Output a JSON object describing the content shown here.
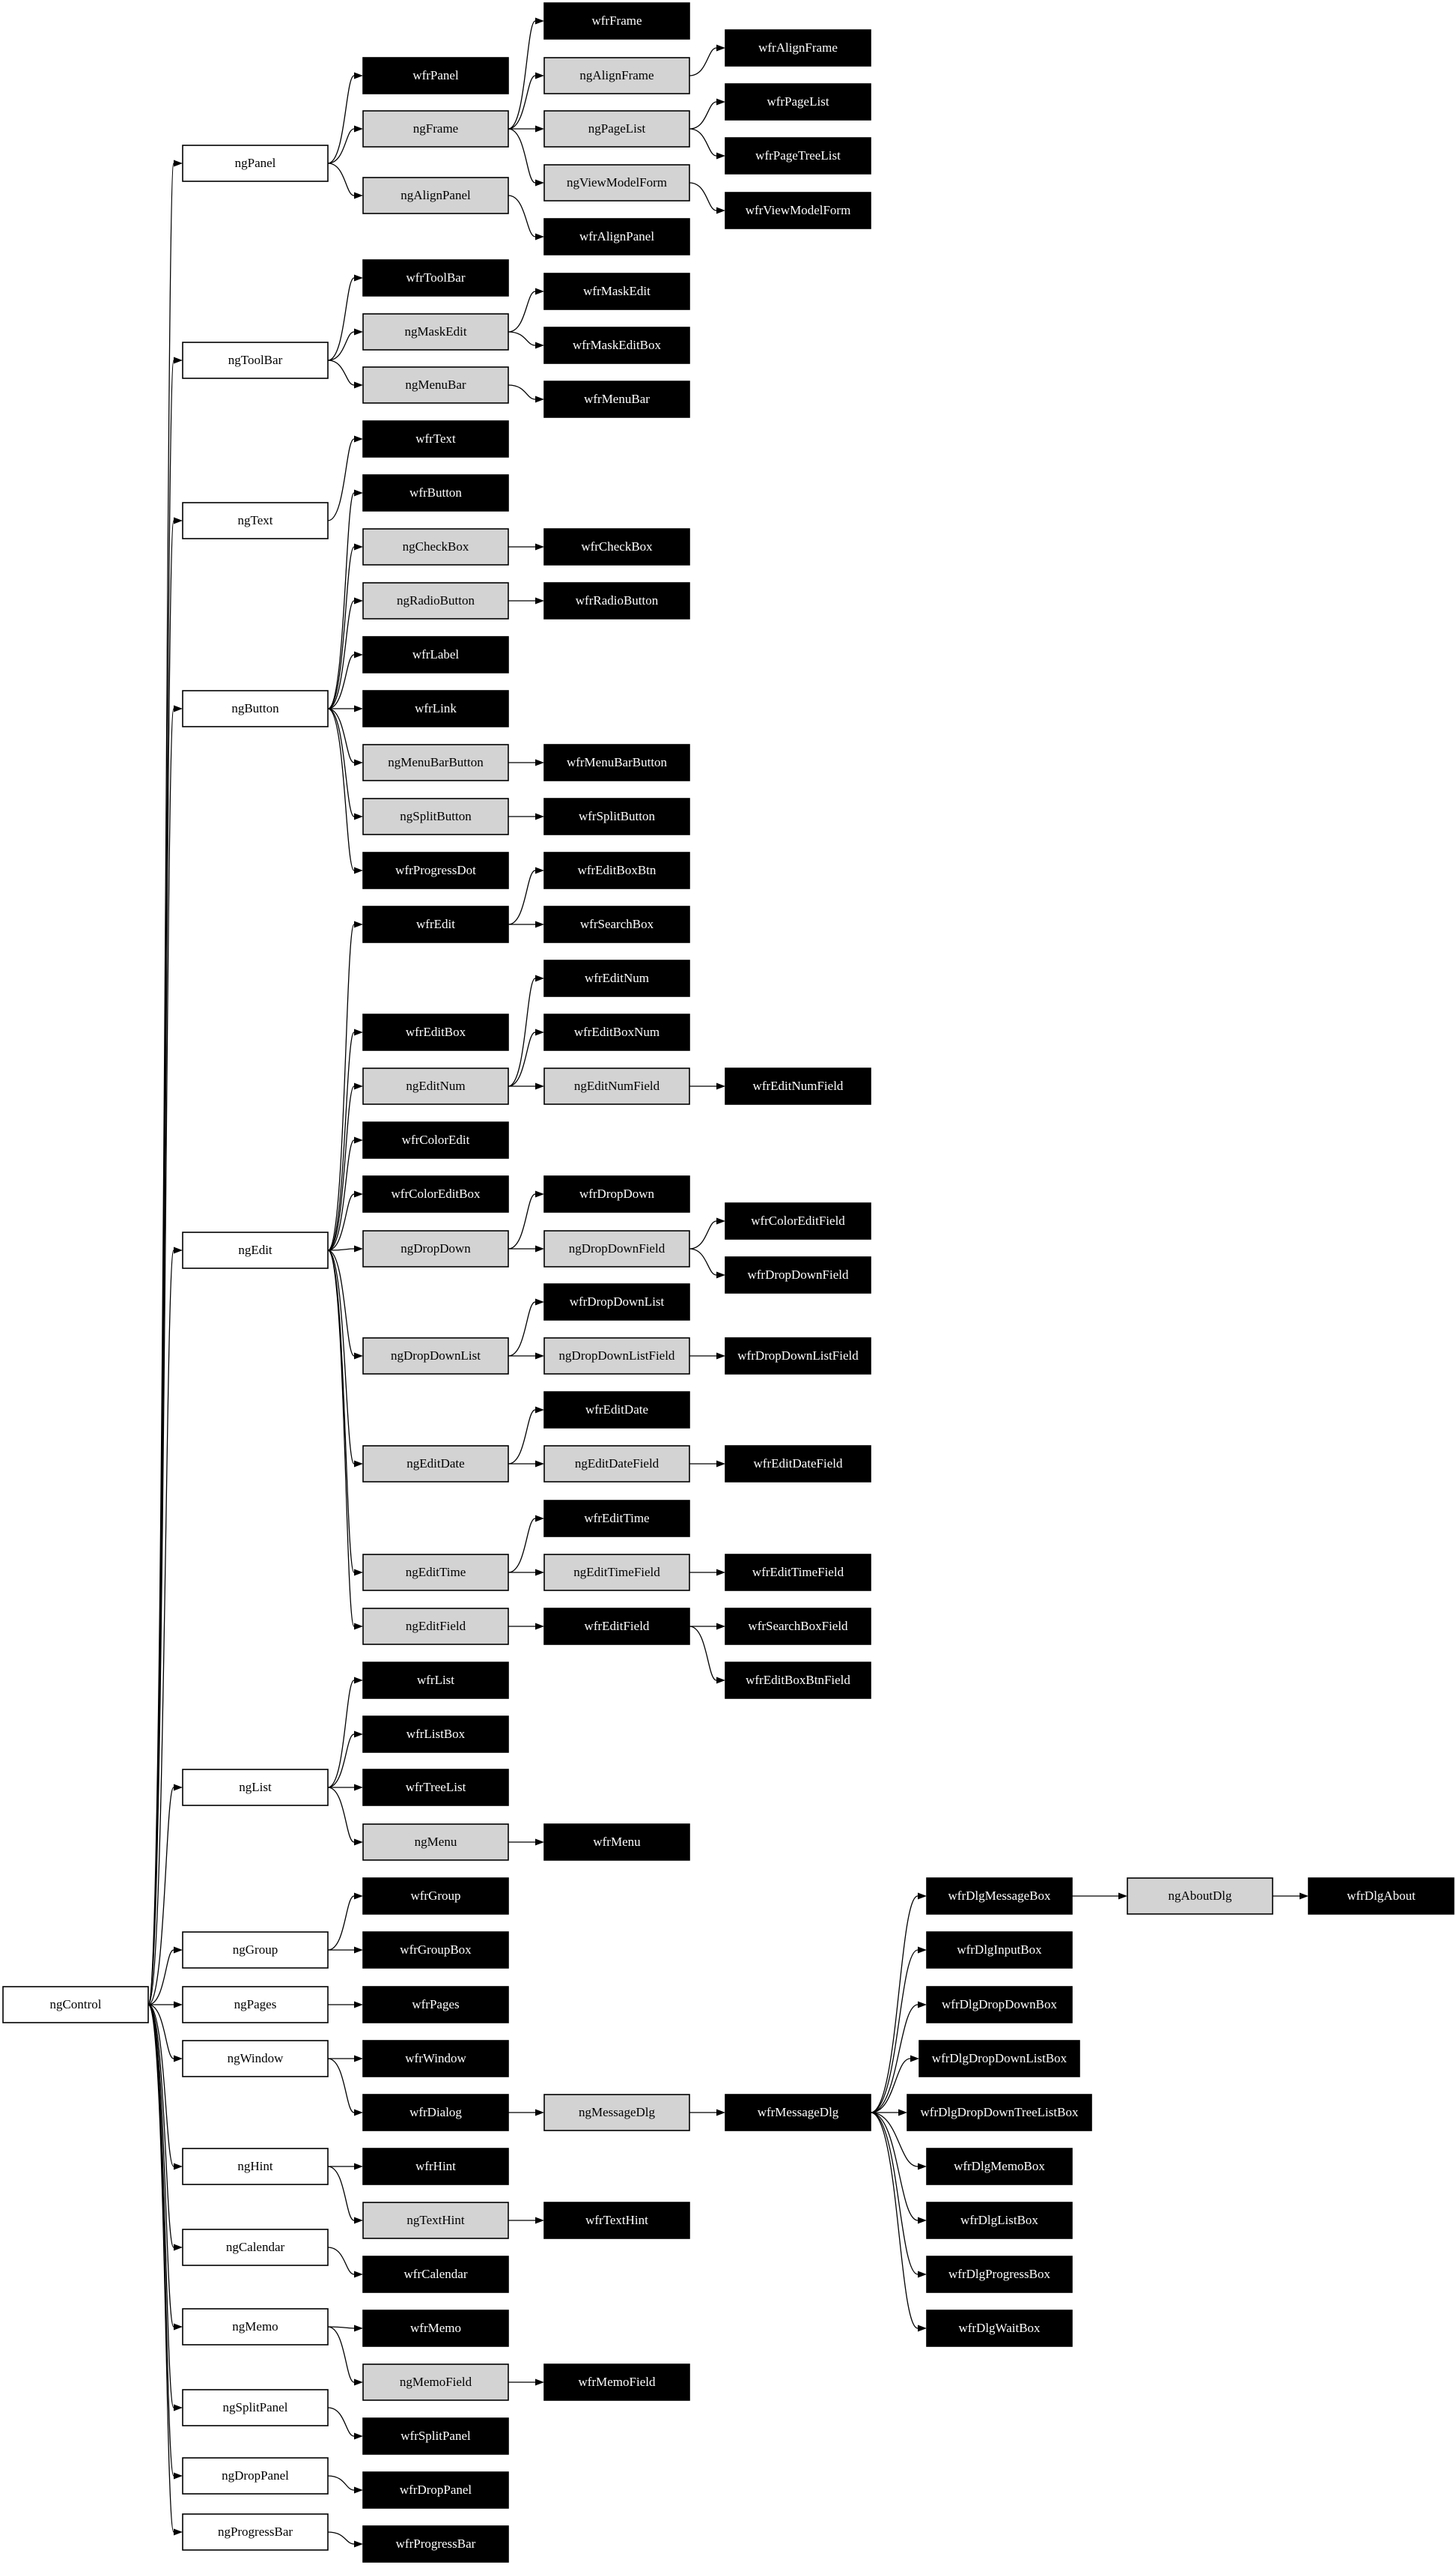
{
  "diagram": {
    "type": "class-hierarchy",
    "colors": {
      "white": "#ffffff",
      "gray": "#d3d3d3",
      "black": "#000000"
    },
    "nodes": [
      {
        "id": "ngControl",
        "label": "ngControl",
        "style": "white"
      },
      {
        "id": "ngPanel",
        "label": "ngPanel",
        "style": "white"
      },
      {
        "id": "ngToolBar",
        "label": "ngToolBar",
        "style": "white"
      },
      {
        "id": "ngText",
        "label": "ngText",
        "style": "white"
      },
      {
        "id": "ngButton",
        "label": "ngButton",
        "style": "white"
      },
      {
        "id": "ngEdit",
        "label": "ngEdit",
        "style": "white"
      },
      {
        "id": "ngList",
        "label": "ngList",
        "style": "white"
      },
      {
        "id": "ngGroup",
        "label": "ngGroup",
        "style": "white"
      },
      {
        "id": "ngPages",
        "label": "ngPages",
        "style": "white"
      },
      {
        "id": "ngWindow",
        "label": "ngWindow",
        "style": "white"
      },
      {
        "id": "ngHint",
        "label": "ngHint",
        "style": "white"
      },
      {
        "id": "ngCalendar",
        "label": "ngCalendar",
        "style": "white"
      },
      {
        "id": "ngMemo",
        "label": "ngMemo",
        "style": "white"
      },
      {
        "id": "ngSplitPanel",
        "label": "ngSplitPanel",
        "style": "white"
      },
      {
        "id": "ngDropPanel",
        "label": "ngDropPanel",
        "style": "white"
      },
      {
        "id": "ngProgressBar",
        "label": "ngProgressBar",
        "style": "white"
      },
      {
        "id": "wfrPanel",
        "label": "wfrPanel",
        "style": "black"
      },
      {
        "id": "ngFrame",
        "label": "ngFrame",
        "style": "gray"
      },
      {
        "id": "ngAlignPanel",
        "label": "ngAlignPanel",
        "style": "gray"
      },
      {
        "id": "wfrToolBar",
        "label": "wfrToolBar",
        "style": "black"
      },
      {
        "id": "ngMaskEdit",
        "label": "ngMaskEdit",
        "style": "gray"
      },
      {
        "id": "ngMenuBar",
        "label": "ngMenuBar",
        "style": "gray"
      },
      {
        "id": "wfrText",
        "label": "wfrText",
        "style": "black"
      },
      {
        "id": "wfrButton",
        "label": "wfrButton",
        "style": "black"
      },
      {
        "id": "ngCheckBox",
        "label": "ngCheckBox",
        "style": "gray"
      },
      {
        "id": "ngRadioButton",
        "label": "ngRadioButton",
        "style": "gray"
      },
      {
        "id": "wfrLabel",
        "label": "wfrLabel",
        "style": "black"
      },
      {
        "id": "wfrLink",
        "label": "wfrLink",
        "style": "black"
      },
      {
        "id": "ngMenuBarButton",
        "label": "ngMenuBarButton",
        "style": "gray"
      },
      {
        "id": "ngSplitButton",
        "label": "ngSplitButton",
        "style": "gray"
      },
      {
        "id": "wfrProgressDot",
        "label": "wfrProgressDot",
        "style": "black"
      },
      {
        "id": "wfrEdit",
        "label": "wfrEdit",
        "style": "black"
      },
      {
        "id": "wfrEditBox",
        "label": "wfrEditBox",
        "style": "black"
      },
      {
        "id": "ngEditNum",
        "label": "ngEditNum",
        "style": "gray"
      },
      {
        "id": "wfrColorEdit",
        "label": "wfrColorEdit",
        "style": "black"
      },
      {
        "id": "wfrColorEditBox",
        "label": "wfrColorEditBox",
        "style": "black"
      },
      {
        "id": "ngDropDown",
        "label": "ngDropDown",
        "style": "gray"
      },
      {
        "id": "ngDropDownList",
        "label": "ngDropDownList",
        "style": "gray"
      },
      {
        "id": "ngEditDate",
        "label": "ngEditDate",
        "style": "gray"
      },
      {
        "id": "ngEditTime",
        "label": "ngEditTime",
        "style": "gray"
      },
      {
        "id": "ngEditField",
        "label": "ngEditField",
        "style": "gray"
      },
      {
        "id": "wfrList",
        "label": "wfrList",
        "style": "black"
      },
      {
        "id": "wfrListBox",
        "label": "wfrListBox",
        "style": "black"
      },
      {
        "id": "wfrTreeList",
        "label": "wfrTreeList",
        "style": "black"
      },
      {
        "id": "ngMenu",
        "label": "ngMenu",
        "style": "gray"
      },
      {
        "id": "wfrGroup",
        "label": "wfrGroup",
        "style": "black"
      },
      {
        "id": "wfrGroupBox",
        "label": "wfrGroupBox",
        "style": "black"
      },
      {
        "id": "wfrPages",
        "label": "wfrPages",
        "style": "black"
      },
      {
        "id": "wfrWindow",
        "label": "wfrWindow",
        "style": "black"
      },
      {
        "id": "wfrDialog",
        "label": "wfrDialog",
        "style": "black"
      },
      {
        "id": "wfrHint",
        "label": "wfrHint",
        "style": "black"
      },
      {
        "id": "ngTextHint",
        "label": "ngTextHint",
        "style": "gray"
      },
      {
        "id": "wfrCalendar",
        "label": "wfrCalendar",
        "style": "black"
      },
      {
        "id": "wfrMemo",
        "label": "wfrMemo",
        "style": "black"
      },
      {
        "id": "ngMemoField",
        "label": "ngMemoField",
        "style": "gray"
      },
      {
        "id": "wfrSplitPanel",
        "label": "wfrSplitPanel",
        "style": "black"
      },
      {
        "id": "wfrDropPanel",
        "label": "wfrDropPanel",
        "style": "black"
      },
      {
        "id": "wfrProgressBar",
        "label": "wfrProgressBar",
        "style": "black"
      },
      {
        "id": "wfrFrame",
        "label": "wfrFrame",
        "style": "black"
      },
      {
        "id": "ngAlignFrame",
        "label": "ngAlignFrame",
        "style": "gray"
      },
      {
        "id": "ngPageList",
        "label": "ngPageList",
        "style": "gray"
      },
      {
        "id": "ngViewModelForm",
        "label": "ngViewModelForm",
        "style": "gray"
      },
      {
        "id": "wfrAlignPanel",
        "label": "wfrAlignPanel",
        "style": "black"
      },
      {
        "id": "wfrMaskEdit",
        "label": "wfrMaskEdit",
        "style": "black"
      },
      {
        "id": "wfrMaskEditBox",
        "label": "wfrMaskEditBox",
        "style": "black"
      },
      {
        "id": "wfrMenuBar",
        "label": "wfrMenuBar",
        "style": "black"
      },
      {
        "id": "wfrCheckBox",
        "label": "wfrCheckBox",
        "style": "black"
      },
      {
        "id": "wfrRadioButton",
        "label": "wfrRadioButton",
        "style": "black"
      },
      {
        "id": "wfrMenuBarButton",
        "label": "wfrMenuBarButton",
        "style": "black"
      },
      {
        "id": "wfrSplitButton",
        "label": "wfrSplitButton",
        "style": "black"
      },
      {
        "id": "wfrEditBoxBtn",
        "label": "wfrEditBoxBtn",
        "style": "black"
      },
      {
        "id": "wfrSearchBox",
        "label": "wfrSearchBox",
        "style": "black"
      },
      {
        "id": "wfrEditNum",
        "label": "wfrEditNum",
        "style": "black"
      },
      {
        "id": "wfrEditBoxNum",
        "label": "wfrEditBoxNum",
        "style": "black"
      },
      {
        "id": "ngEditNumField",
        "label": "ngEditNumField",
        "style": "gray"
      },
      {
        "id": "wfrDropDown",
        "label": "wfrDropDown",
        "style": "black"
      },
      {
        "id": "ngDropDownField",
        "label": "ngDropDownField",
        "style": "gray"
      },
      {
        "id": "wfrDropDownList",
        "label": "wfrDropDownList",
        "style": "black"
      },
      {
        "id": "ngDropDownListField",
        "label": "ngDropDownListField",
        "style": "gray"
      },
      {
        "id": "wfrEditDate",
        "label": "wfrEditDate",
        "style": "black"
      },
      {
        "id": "ngEditDateField",
        "label": "ngEditDateField",
        "style": "gray"
      },
      {
        "id": "wfrEditTime",
        "label": "wfrEditTime",
        "style": "black"
      },
      {
        "id": "ngEditTimeField",
        "label": "ngEditTimeField",
        "style": "gray"
      },
      {
        "id": "wfrEditField",
        "label": "wfrEditField",
        "style": "black"
      },
      {
        "id": "wfrMenu",
        "label": "wfrMenu",
        "style": "black"
      },
      {
        "id": "ngMessageDlg",
        "label": "ngMessageDlg",
        "style": "gray"
      },
      {
        "id": "wfrTextHint",
        "label": "wfrTextHint",
        "style": "black"
      },
      {
        "id": "wfrMemoField",
        "label": "wfrMemoField",
        "style": "black"
      },
      {
        "id": "wfrAlignFrame",
        "label": "wfrAlignFrame",
        "style": "black"
      },
      {
        "id": "wfrPageList",
        "label": "wfrPageList",
        "style": "black"
      },
      {
        "id": "wfrPageTreeList",
        "label": "wfrPageTreeList",
        "style": "black"
      },
      {
        "id": "wfrViewModelForm",
        "label": "wfrViewModelForm",
        "style": "black"
      },
      {
        "id": "wfrEditNumField",
        "label": "wfrEditNumField",
        "style": "black"
      },
      {
        "id": "wfrColorEditField",
        "label": "wfrColorEditField",
        "style": "black"
      },
      {
        "id": "wfrDropDownField",
        "label": "wfrDropDownField",
        "style": "black"
      },
      {
        "id": "wfrDropDownListField",
        "label": "wfrDropDownListField",
        "style": "black"
      },
      {
        "id": "wfrEditDateField",
        "label": "wfrEditDateField",
        "style": "black"
      },
      {
        "id": "wfrEditTimeField",
        "label": "wfrEditTimeField",
        "style": "black"
      },
      {
        "id": "wfrSearchBoxField",
        "label": "wfrSearchBoxField",
        "style": "black"
      },
      {
        "id": "wfrEditBoxBtnField",
        "label": "wfrEditBoxBtnField",
        "style": "black"
      },
      {
        "id": "wfrMessageDlg",
        "label": "wfrMessageDlg",
        "style": "black"
      },
      {
        "id": "wfrDlgMessageBox",
        "label": "wfrDlgMessageBox",
        "style": "black"
      },
      {
        "id": "wfrDlgInputBox",
        "label": "wfrDlgInputBox",
        "style": "black"
      },
      {
        "id": "wfrDlgDropDownBox",
        "label": "wfrDlgDropDownBox",
        "style": "black"
      },
      {
        "id": "wfrDlgDropDownListBox",
        "label": "wfrDlgDropDownListBox",
        "style": "black"
      },
      {
        "id": "wfrDlgDropDownTreeListBox",
        "label": "wfrDlgDropDownTreeListBox",
        "style": "black"
      },
      {
        "id": "wfrDlgMemoBox",
        "label": "wfrDlgMemoBox",
        "style": "black"
      },
      {
        "id": "wfrDlgListBox",
        "label": "wfrDlgListBox",
        "style": "black"
      },
      {
        "id": "wfrDlgProgressBox",
        "label": "wfrDlgProgressBox",
        "style": "black"
      },
      {
        "id": "wfrDlgWaitBox",
        "label": "wfrDlgWaitBox",
        "style": "black"
      },
      {
        "id": "ngAboutDlg",
        "label": "ngAboutDlg",
        "style": "gray"
      },
      {
        "id": "wfrDlgAbout",
        "label": "wfrDlgAbout",
        "style": "black"
      }
    ],
    "edges": [
      [
        "ngControl",
        "ngPanel"
      ],
      [
        "ngControl",
        "ngToolBar"
      ],
      [
        "ngControl",
        "ngText"
      ],
      [
        "ngControl",
        "ngButton"
      ],
      [
        "ngControl",
        "ngEdit"
      ],
      [
        "ngControl",
        "ngList"
      ],
      [
        "ngControl",
        "ngGroup"
      ],
      [
        "ngControl",
        "ngPages"
      ],
      [
        "ngControl",
        "ngWindow"
      ],
      [
        "ngControl",
        "ngHint"
      ],
      [
        "ngControl",
        "ngCalendar"
      ],
      [
        "ngControl",
        "ngMemo"
      ],
      [
        "ngControl",
        "ngSplitPanel"
      ],
      [
        "ngControl",
        "ngDropPanel"
      ],
      [
        "ngControl",
        "ngProgressBar"
      ],
      [
        "ngPanel",
        "wfrPanel"
      ],
      [
        "ngPanel",
        "ngFrame"
      ],
      [
        "ngPanel",
        "ngAlignPanel"
      ],
      [
        "ngFrame",
        "wfrFrame"
      ],
      [
        "ngFrame",
        "ngAlignFrame"
      ],
      [
        "ngFrame",
        "ngPageList"
      ],
      [
        "ngFrame",
        "ngViewModelForm"
      ],
      [
        "ngAlignFrame",
        "wfrAlignFrame"
      ],
      [
        "ngPageList",
        "wfrPageList"
      ],
      [
        "ngPageList",
        "wfrPageTreeList"
      ],
      [
        "ngViewModelForm",
        "wfrViewModelForm"
      ],
      [
        "ngAlignPanel",
        "wfrAlignPanel"
      ],
      [
        "ngToolBar",
        "wfrToolBar"
      ],
      [
        "ngToolBar",
        "ngMaskEdit"
      ],
      [
        "ngToolBar",
        "ngMenuBar"
      ],
      [
        "ngMaskEdit",
        "wfrMaskEdit"
      ],
      [
        "ngMaskEdit",
        "wfrMaskEditBox"
      ],
      [
        "ngMenuBar",
        "wfrMenuBar"
      ],
      [
        "ngText",
        "wfrText"
      ],
      [
        "ngButton",
        "wfrButton"
      ],
      [
        "ngButton",
        "ngCheckBox"
      ],
      [
        "ngButton",
        "ngRadioButton"
      ],
      [
        "ngButton",
        "wfrLabel"
      ],
      [
        "ngButton",
        "wfrLink"
      ],
      [
        "ngButton",
        "ngMenuBarButton"
      ],
      [
        "ngButton",
        "ngSplitButton"
      ],
      [
        "ngButton",
        "wfrProgressDot"
      ],
      [
        "ngCheckBox",
        "wfrCheckBox"
      ],
      [
        "ngRadioButton",
        "wfrRadioButton"
      ],
      [
        "ngMenuBarButton",
        "wfrMenuBarButton"
      ],
      [
        "ngSplitButton",
        "wfrSplitButton"
      ],
      [
        "ngEdit",
        "wfrEdit"
      ],
      [
        "ngEdit",
        "wfrEditBox"
      ],
      [
        "ngEdit",
        "ngEditNum"
      ],
      [
        "ngEdit",
        "wfrColorEdit"
      ],
      [
        "ngEdit",
        "wfrColorEditBox"
      ],
      [
        "ngEdit",
        "ngDropDown"
      ],
      [
        "ngEdit",
        "ngDropDownList"
      ],
      [
        "ngEdit",
        "ngEditDate"
      ],
      [
        "ngEdit",
        "ngEditTime"
      ],
      [
        "ngEdit",
        "ngEditField"
      ],
      [
        "wfrEdit",
        "wfrEditBoxBtn"
      ],
      [
        "wfrEdit",
        "wfrSearchBox"
      ],
      [
        "ngEditNum",
        "wfrEditNum"
      ],
      [
        "ngEditNum",
        "wfrEditBoxNum"
      ],
      [
        "ngEditNum",
        "ngEditNumField"
      ],
      [
        "ngEditNumField",
        "wfrEditNumField"
      ],
      [
        "ngDropDown",
        "wfrDropDown"
      ],
      [
        "ngDropDown",
        "ngDropDownField"
      ],
      [
        "ngDropDownField",
        "wfrColorEditField"
      ],
      [
        "ngDropDownField",
        "wfrDropDownField"
      ],
      [
        "ngDropDownList",
        "wfrDropDownList"
      ],
      [
        "ngDropDownList",
        "ngDropDownListField"
      ],
      [
        "ngDropDownListField",
        "wfrDropDownListField"
      ],
      [
        "ngEditDate",
        "wfrEditDate"
      ],
      [
        "ngEditDate",
        "ngEditDateField"
      ],
      [
        "ngEditDateField",
        "wfrEditDateField"
      ],
      [
        "ngEditTime",
        "wfrEditTime"
      ],
      [
        "ngEditTime",
        "ngEditTimeField"
      ],
      [
        "ngEditTimeField",
        "wfrEditTimeField"
      ],
      [
        "ngEditField",
        "wfrEditField"
      ],
      [
        "wfrEditField",
        "wfrSearchBoxField"
      ],
      [
        "wfrEditField",
        "wfrEditBoxBtnField"
      ],
      [
        "ngList",
        "wfrList"
      ],
      [
        "ngList",
        "wfrListBox"
      ],
      [
        "ngList",
        "wfrTreeList"
      ],
      [
        "ngList",
        "ngMenu"
      ],
      [
        "ngMenu",
        "wfrMenu"
      ],
      [
        "ngGroup",
        "wfrGroup"
      ],
      [
        "ngGroup",
        "wfrGroupBox"
      ],
      [
        "ngPages",
        "wfrPages"
      ],
      [
        "ngWindow",
        "wfrWindow"
      ],
      [
        "ngWindow",
        "wfrDialog"
      ],
      [
        "wfrDialog",
        "ngMessageDlg"
      ],
      [
        "ngMessageDlg",
        "wfrMessageDlg"
      ],
      [
        "wfrMessageDlg",
        "wfrDlgMessageBox"
      ],
      [
        "wfrMessageDlg",
        "wfrDlgInputBox"
      ],
      [
        "wfrMessageDlg",
        "wfrDlgDropDownBox"
      ],
      [
        "wfrMessageDlg",
        "wfrDlgDropDownListBox"
      ],
      [
        "wfrMessageDlg",
        "wfrDlgDropDownTreeListBox"
      ],
      [
        "wfrMessageDlg",
        "wfrDlgMemoBox"
      ],
      [
        "wfrMessageDlg",
        "wfrDlgListBox"
      ],
      [
        "wfrMessageDlg",
        "wfrDlgProgressBox"
      ],
      [
        "wfrMessageDlg",
        "wfrDlgWaitBox"
      ],
      [
        "wfrDlgMessageBox",
        "ngAboutDlg"
      ],
      [
        "ngAboutDlg",
        "wfrDlgAbout"
      ],
      [
        "ngHint",
        "wfrHint"
      ],
      [
        "ngHint",
        "ngTextHint"
      ],
      [
        "ngTextHint",
        "wfrTextHint"
      ],
      [
        "ngCalendar",
        "wfrCalendar"
      ],
      [
        "ngMemo",
        "wfrMemo"
      ],
      [
        "ngMemo",
        "ngMemoField"
      ],
      [
        "ngMemoField",
        "wfrMemoField"
      ],
      [
        "ngSplitPanel",
        "wfrSplitPanel"
      ],
      [
        "ngDropPanel",
        "wfrDropPanel"
      ],
      [
        "ngProgressBar",
        "wfrProgressBar"
      ]
    ]
  }
}
